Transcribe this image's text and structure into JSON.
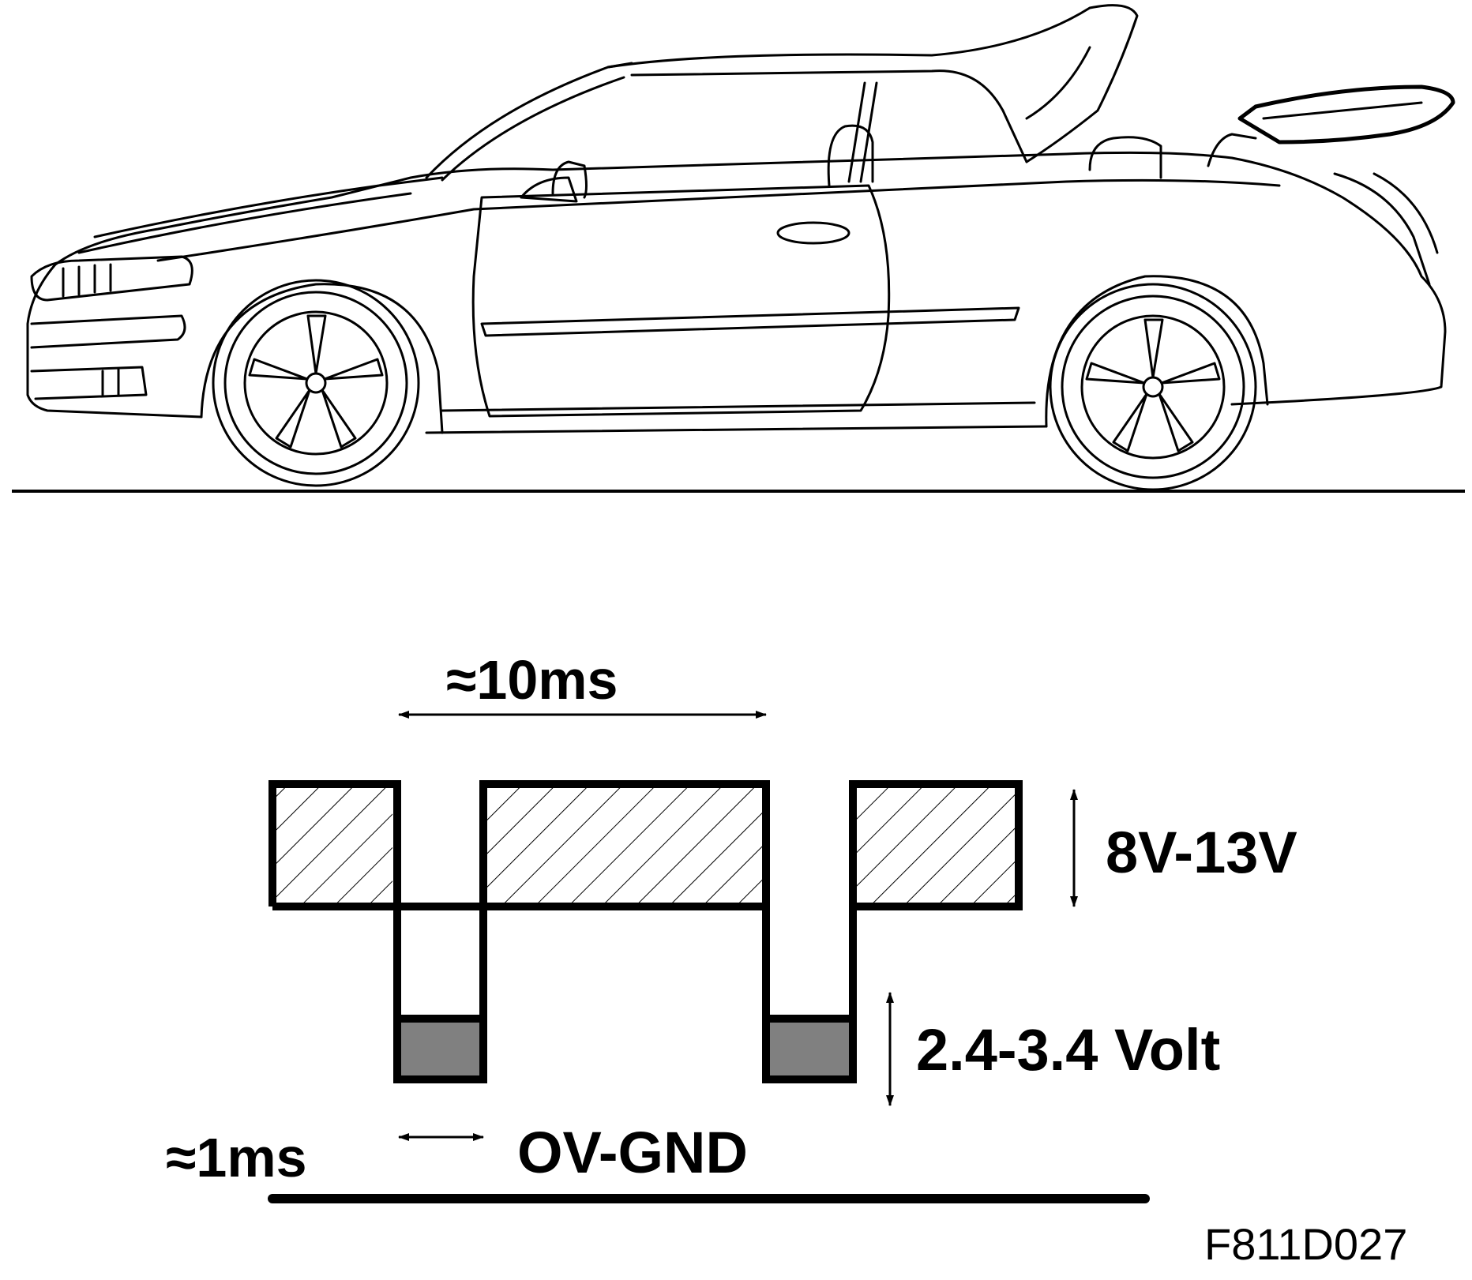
{
  "diagram": {
    "period_label": "≈10ms",
    "pulse_width_label": "≈1ms",
    "high_level_label": "8V-13V",
    "low_level_label": "2.4-3.4 Volt",
    "ground_label": "OV-GND",
    "figure_id": "F811D027"
  },
  "colors": {
    "line": "#000000",
    "low_fill": "#808080",
    "background": "#ffffff"
  },
  "icons": {
    "car": "convertible-car-side-view-icon"
  }
}
